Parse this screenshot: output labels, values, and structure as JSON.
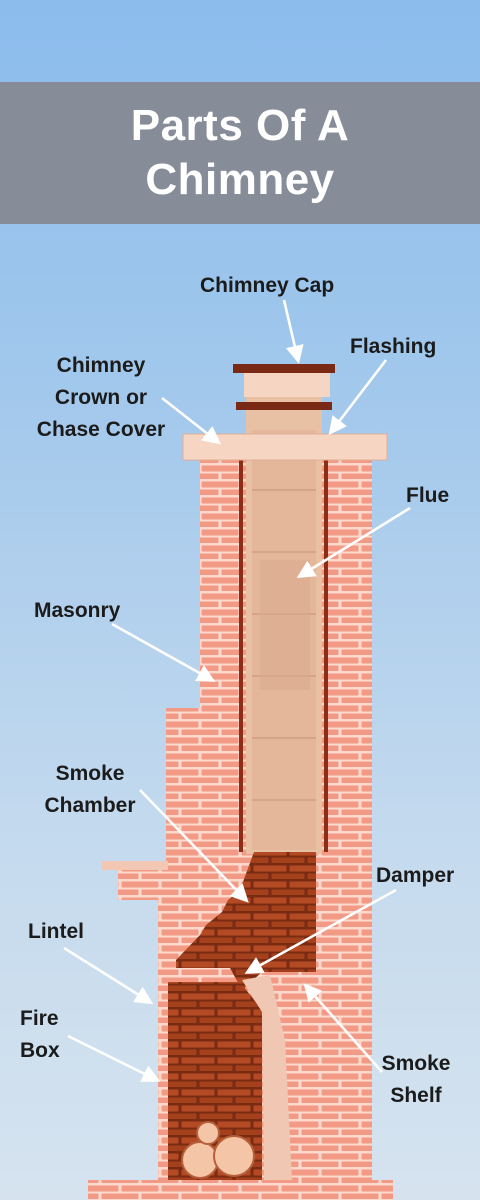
{
  "title": {
    "line1": "Parts Of A",
    "line2": "Chimney"
  },
  "labels": {
    "chimney_cap": "Chimney Cap",
    "flashing": "Flashing",
    "crown": {
      "line1": "Chimney",
      "line2": "Crown or",
      "line3": "Chase Cover"
    },
    "flue": "Flue",
    "masonry": "Masonry",
    "smoke_chamber": {
      "line1": "Smoke",
      "line2": "Chamber"
    },
    "damper": "Damper",
    "lintel": "Lintel",
    "fire_box": {
      "line1": "Fire",
      "line2": "Box"
    },
    "smoke_shelf": {
      "line1": "Smoke",
      "line2": "Shelf"
    }
  },
  "colors": {
    "brick": "#f29a85",
    "mortar": "#fbd7cb",
    "dark_brick": "#9b3d1d",
    "liner": "#e3b79d",
    "crown": "#f4cfb8",
    "cap": "#7a2a14",
    "arrow": "#ffffff"
  }
}
